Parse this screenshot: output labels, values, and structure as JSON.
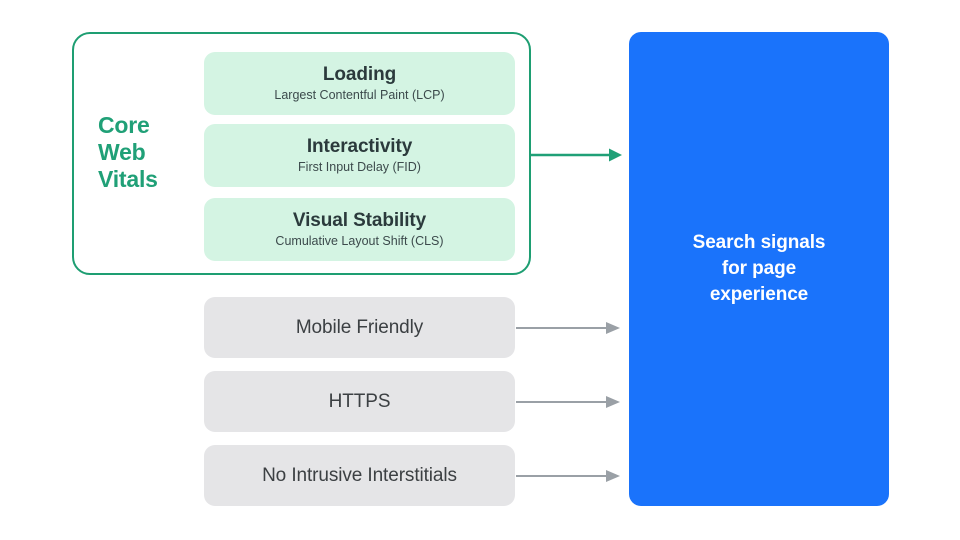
{
  "diagram": {
    "title": "Search signals for page experience",
    "background_color": "#ffffff",
    "core_web_vitals": {
      "group_label": "Core\nWeb\nVitals",
      "group_label_color": "#20A077",
      "border_color": "#1E9E72",
      "card_color": "#D4F4E3",
      "cards": [
        {
          "title": "Loading",
          "subtitle": "Largest Contentful Paint (LCP)"
        },
        {
          "title": "Interactivity",
          "subtitle": "First Input Delay (FID)"
        },
        {
          "title": "Visual Stability",
          "subtitle": "Cumulative Layout Shift (CLS)"
        }
      ]
    },
    "other_signals": {
      "card_color": "#E5E5E7",
      "cards": [
        {
          "label": "Mobile Friendly"
        },
        {
          "label": "HTTPS"
        },
        {
          "label": "No Intrusive Interstitials"
        }
      ]
    },
    "destination": {
      "label": "Search signals\nfor page\nexperience",
      "color": "#1A73FB",
      "text_color": "#ffffff"
    },
    "arrows": [
      {
        "name": "core-web-vitals-arrow",
        "color": "#20A077"
      },
      {
        "name": "mobile-friendly-arrow",
        "color": "#9AA0A6"
      },
      {
        "name": "https-arrow",
        "color": "#9AA0A6"
      },
      {
        "name": "no-intrusive-interstitials-arrow",
        "color": "#9AA0A6"
      }
    ]
  }
}
